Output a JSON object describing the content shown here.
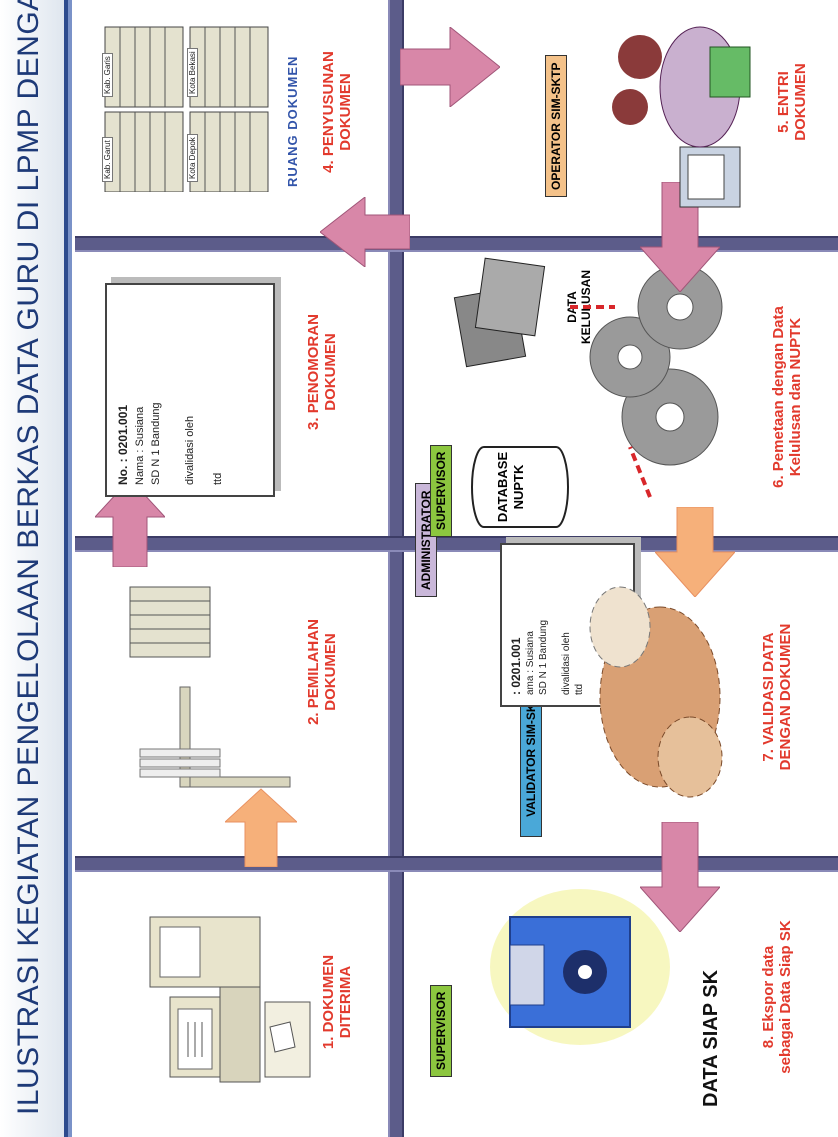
{
  "title": "ILUSTRASI KEGIATAN PENGELOLAAN BERKAS DATA GURU DI LPMP DENGAN SIM-SKTP",
  "steps": {
    "s1": "1. DOKUMEN\nDITERIMA",
    "s2": "2. PEMILAHAN\nDOKUMEN",
    "s3": "3. PENOMORAN\nDOKUMEN",
    "s4": "4. PENYUSUNAN\nDOKUMEN",
    "s5": "5. ENTRI\nDOKUMEN",
    "s6": "6. Pemetaan dengan Data\nKelulusan dan NUPTK",
    "s7": "7. VALIDASI DATA\nDENGAN DOKUMEN",
    "s8": "8. Ekspor data\nsebagai Data Siap SK"
  },
  "roles": {
    "ruang_dokumen": "RUANG DOKUMEN",
    "operator": "OPERATOR SIM-SKTP",
    "supervisor_top": "SUPERVISOR",
    "administrator": "ADMINISTRATOR",
    "validator": "VALIDATOR SIM-SKTP",
    "supervisor_bottom": "SUPERVISOR"
  },
  "document_card": {
    "no": "No. : 0201.001",
    "nama": "Nama : Susiana",
    "sekolah": "SD N 1 Bandung",
    "validasi": "divalidasi oleh",
    "ttd": "ttd"
  },
  "validator_card": {
    "no": ": 0201.001",
    "nama": "ama : Susiana",
    "sekolah": "SD N 1 Bandung",
    "validasi": "divalidasi oleh",
    "ttd": "ttd"
  },
  "shelf_labels": [
    "Kab. Garut",
    "Kota Depok",
    "Kab. Garis",
    "Kota Bekasi"
  ],
  "database": "DATABASE\nNUPTK",
  "data_kelulusan": "DATA\nKELULUSAN",
  "data_siap_sk": "DATA SIAP SK",
  "colors": {
    "title": "#1e3a78",
    "grid_line": "#5c5c8a",
    "step_text": "#e23a2d",
    "arrow_pink": "#d887a8",
    "arrow_orange": "#f6b07a",
    "supervisor_bg": "#8cc63f",
    "operator_bg": "#f4c28a",
    "validator_bg": "#4aa8d8",
    "administrator_bg": "#c9b7d9"
  }
}
